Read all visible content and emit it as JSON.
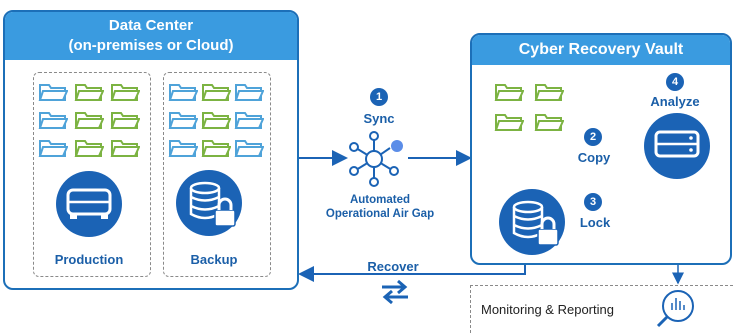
{
  "data_center": {
    "title_line1": "Data Center",
    "title_line2": "(on-premises or Cloud)",
    "production_label": "Production",
    "backup_label": "Backup"
  },
  "air_gap": {
    "step1_number": "1",
    "step1_label": "Sync",
    "caption_line1": "Automated",
    "caption_line2": "Operational Air Gap"
  },
  "vault": {
    "title": "Cyber Recovery Vault",
    "step2_number": "2",
    "step2_label": "Copy",
    "step3_number": "3",
    "step3_label": "Lock",
    "step4_number": "4",
    "step4_label": "Analyze"
  },
  "recover_label": "Recover",
  "monitoring_label": "Monitoring & Reporting",
  "colors": {
    "primary_blue": "#1b63b5",
    "header_blue": "#3a9be0",
    "folder_green": "#7cb342",
    "folder_blue": "#4fa3d9"
  }
}
